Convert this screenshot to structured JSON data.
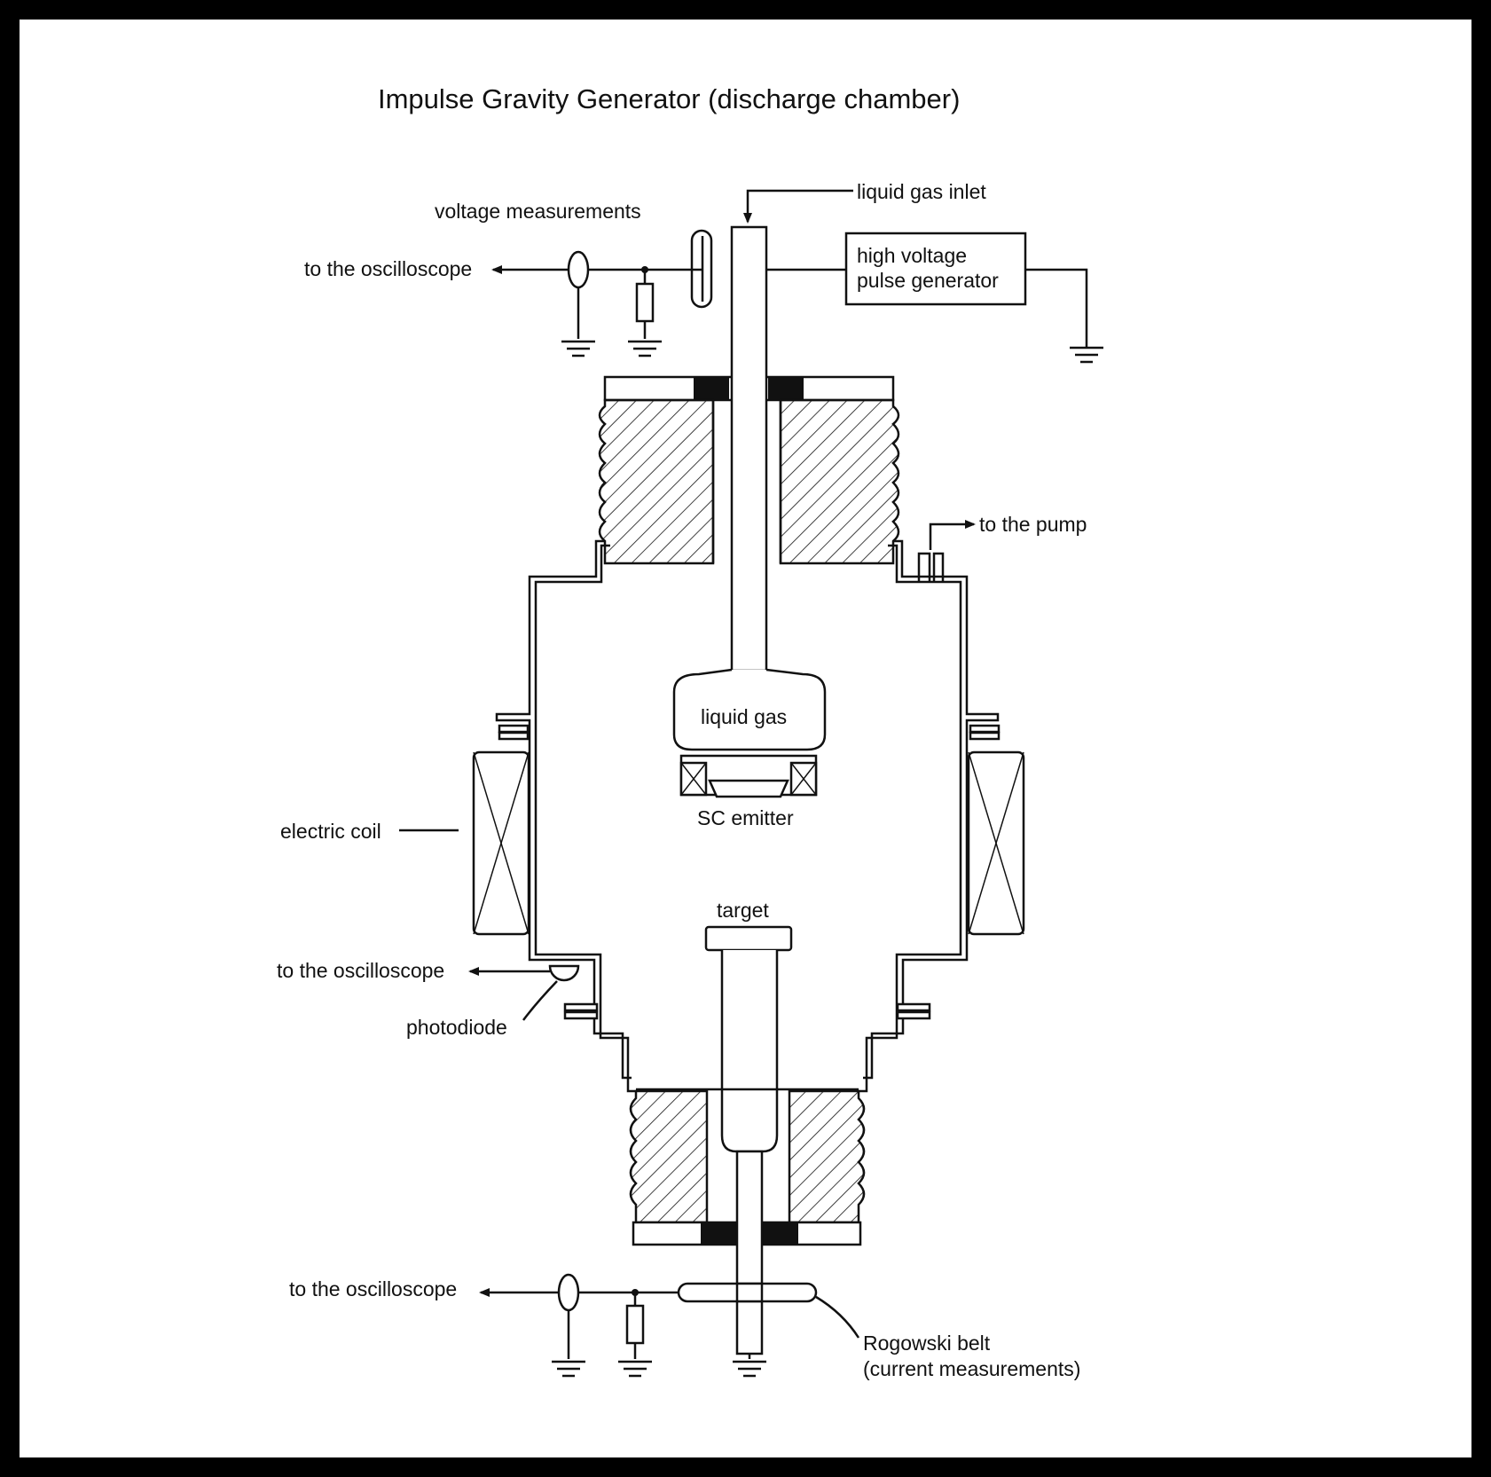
{
  "title": "Impulse Gravity Generator (discharge chamber)",
  "labels": {
    "liquid_gas_inlet": "liquid gas inlet",
    "voltage_measurements": "voltage measurements",
    "to_oscilloscope_top": "to the oscilloscope",
    "hv_line1": "high voltage",
    "hv_line2": "pulse generator",
    "to_the_pump": "to the pump",
    "liquid_gas": "liquid  gas",
    "sc_emitter": "SC emitter",
    "electric_coil": "electric coil",
    "target": "target",
    "to_oscilloscope_mid": "to the oscilloscope",
    "photodiode": "photodiode",
    "to_oscilloscope_bottom": "to the oscilloscope",
    "rogowski_line1": "Rogowski belt",
    "rogowski_line2": "(current measurements)"
  },
  "colors": {
    "background": "#000000",
    "paper": "#ffffff",
    "ink": "#111111",
    "insulator": "#111111"
  }
}
